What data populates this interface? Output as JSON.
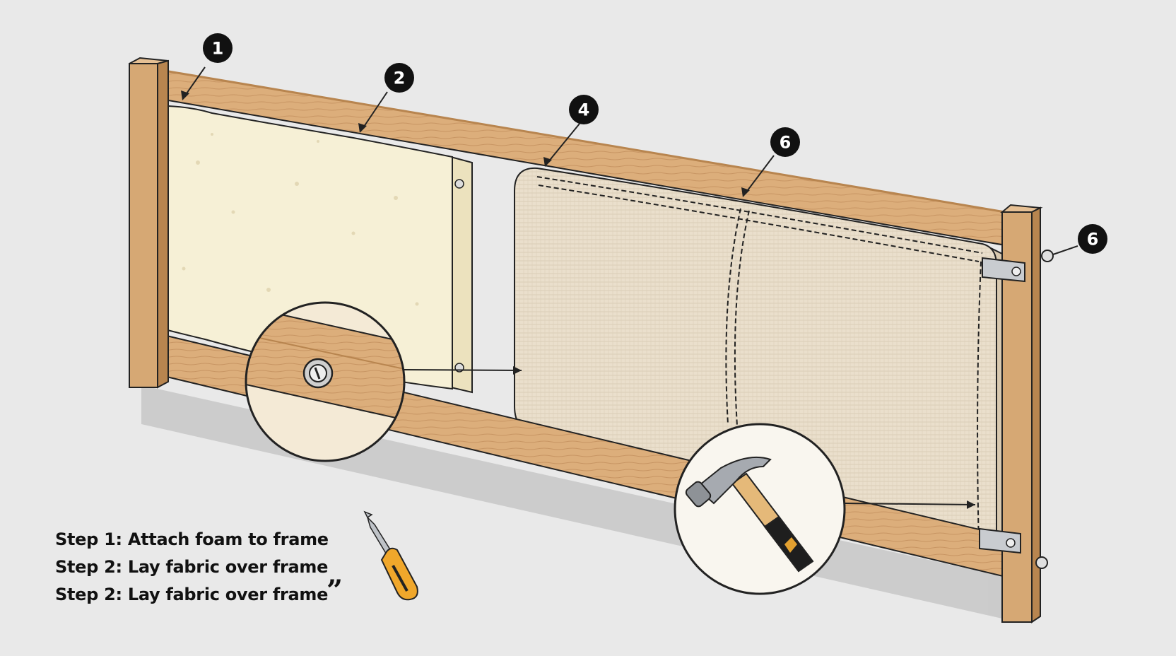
{
  "callouts": [
    {
      "id": "c1",
      "label": "1"
    },
    {
      "id": "c2",
      "label": "2"
    },
    {
      "id": "c4",
      "label": "4"
    },
    {
      "id": "c6a",
      "label": "6"
    },
    {
      "id": "c6b",
      "label": "6"
    }
  ],
  "steps": [
    "Step 1: Attach foam to frame",
    "Step 2: Lay fabric over frame",
    "Step 2: Lay fabric over frame"
  ],
  "quote_mark": "”",
  "colors": {
    "background": "#e9e9e9",
    "wood": "#d9ab78",
    "wood_dark": "#a8784a",
    "foam": "#f6f0d6",
    "fabric": "#e9dcc8",
    "outline": "#222222"
  },
  "icons": [
    "screwdriver-icon",
    "hammer-icon",
    "screw-icon",
    "bracket-icon"
  ]
}
